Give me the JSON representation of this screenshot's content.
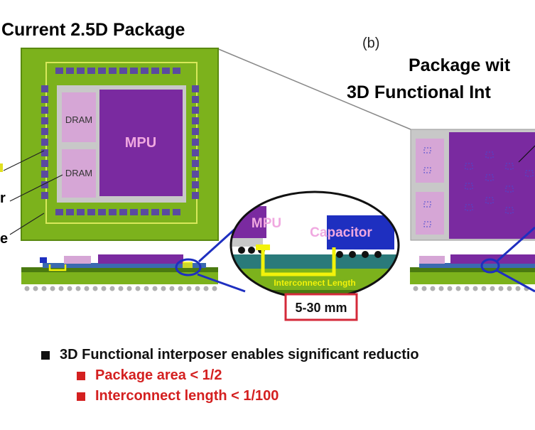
{
  "left_title": "Current 2.5D Package",
  "panel_label": "(b)",
  "right_title_line1": "Package wit",
  "right_title_line2": "3D Functional Int",
  "chips": {
    "dram_top": "DRAM",
    "dram_bottom": "DRAM",
    "mpu": "MPU"
  },
  "magnifier": {
    "mpu": "MPU",
    "capacitor": "Capacitor",
    "interconnect": "Interconnect Length",
    "length_badge": "5-30 mm"
  },
  "left_edge_labels": [
    "r",
    "e"
  ],
  "bullets": {
    "main": "3D Functional interposer enables significant reductio",
    "sub1": "Package area < 1/2",
    "sub2": "Interconnect length < 1/100"
  },
  "colors": {
    "package_green": "#7cb21c",
    "mpu_purple": "#7a2aa0",
    "dram_pink": "#d6a6d6",
    "capacitor_blue": "#1e2fc0",
    "interconnect_yellow": "#f2f20a",
    "badge_red": "#d42a3a",
    "accent_red": "#d42020"
  }
}
